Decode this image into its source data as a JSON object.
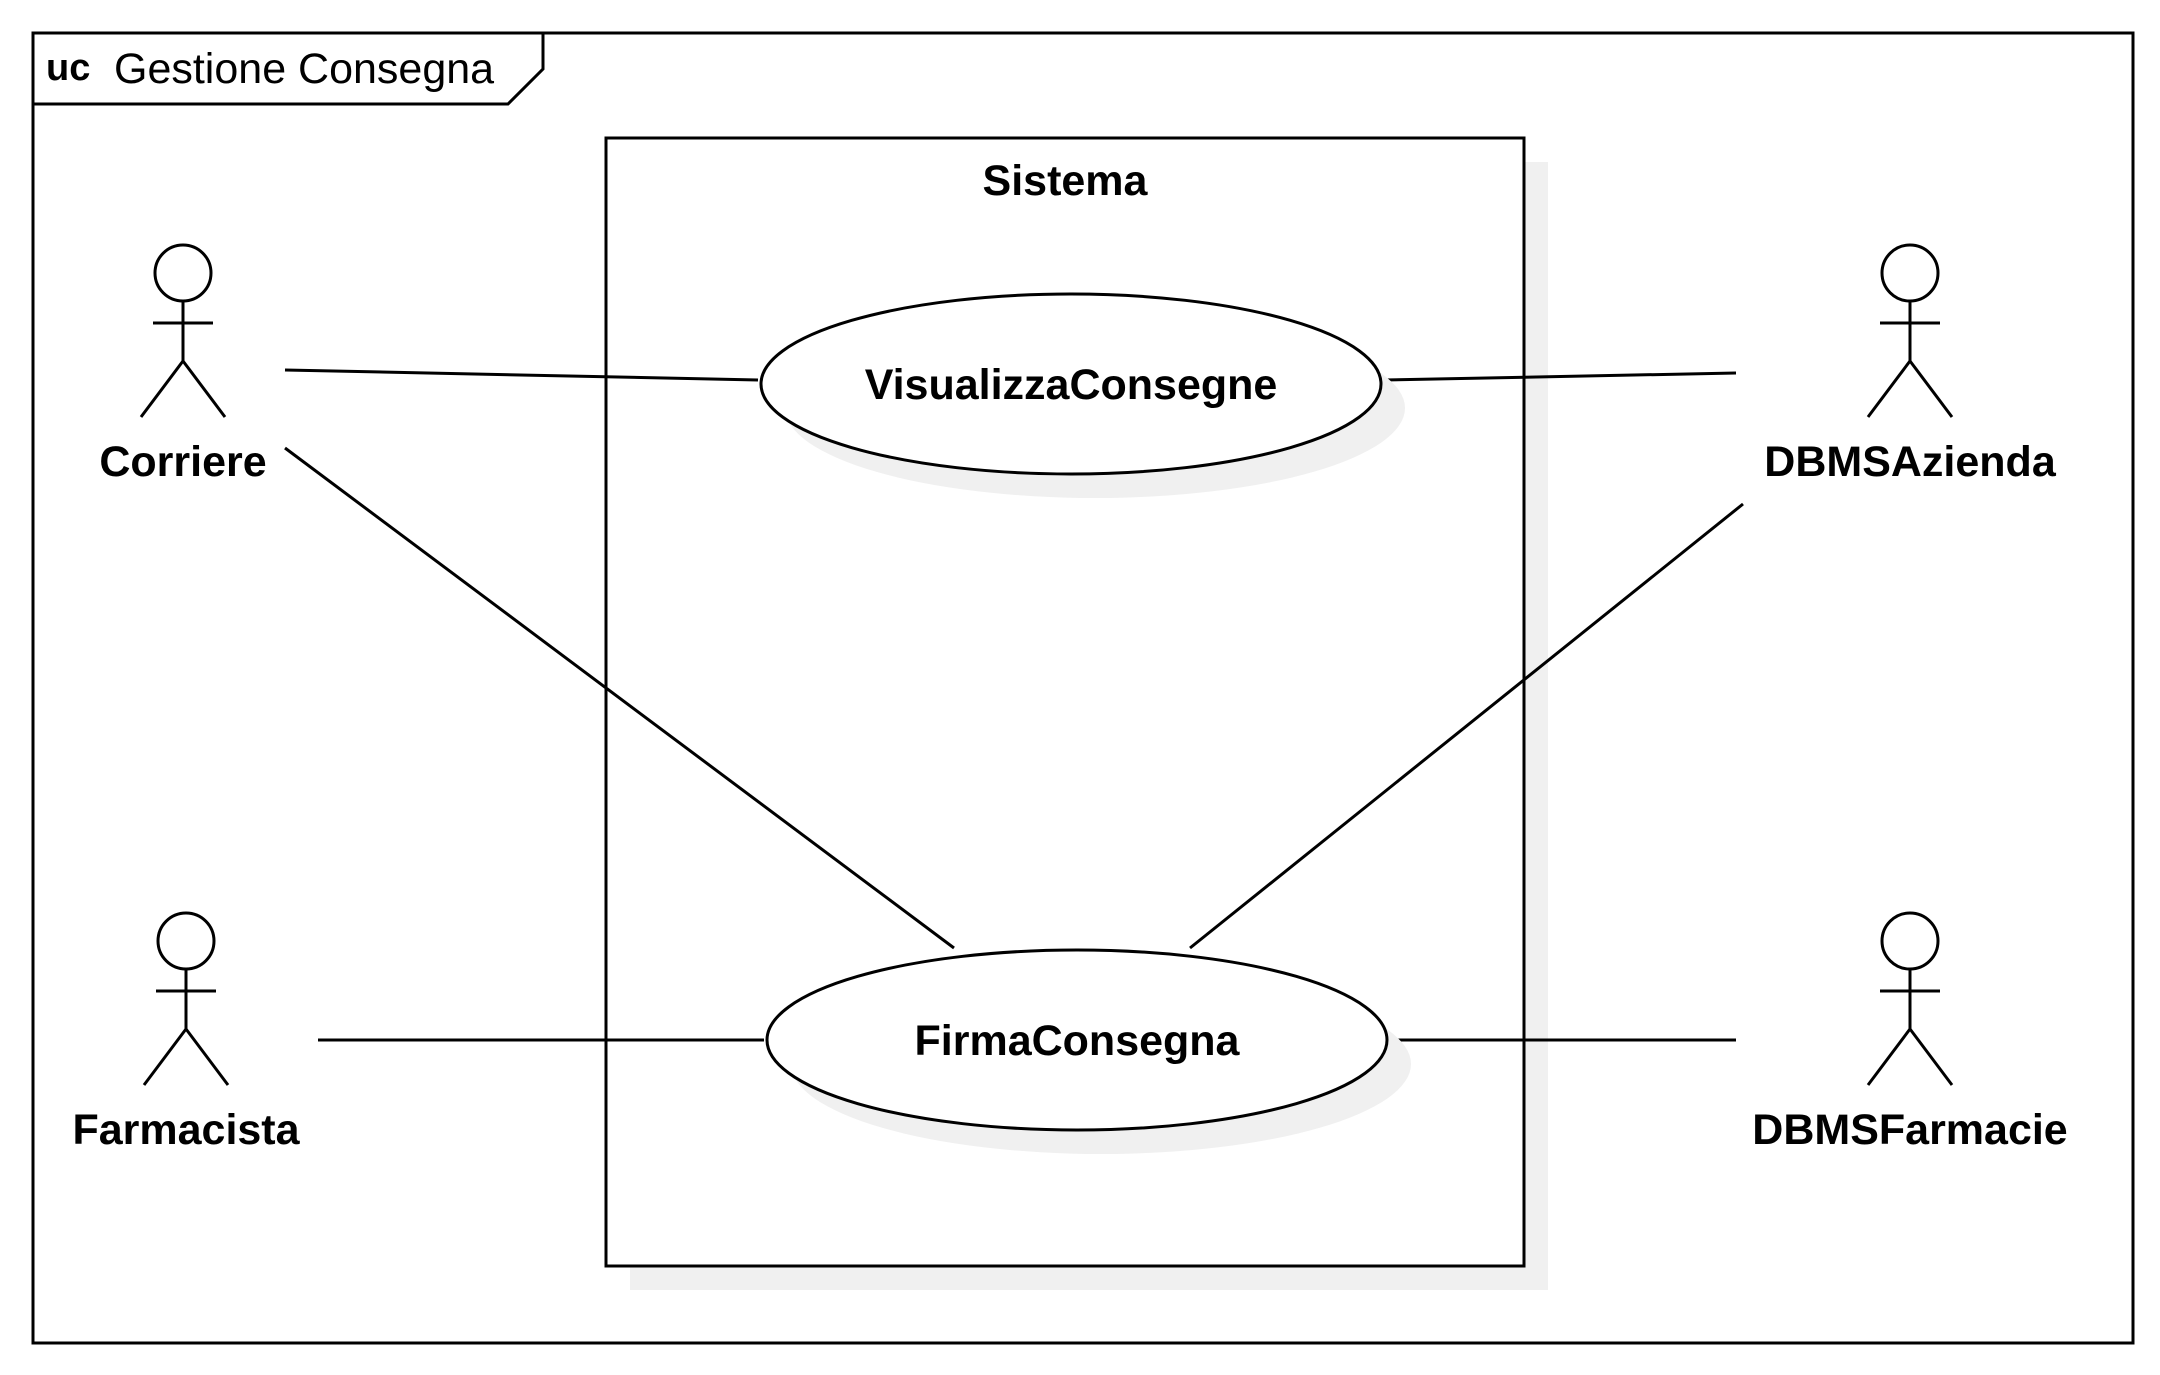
{
  "frame": {
    "keyword": "uc",
    "name": "Gestione Consegna"
  },
  "system": {
    "name": "Sistema"
  },
  "use_cases": {
    "visualizza": "VisualizzaConsegne",
    "firma": "FirmaConsegna"
  },
  "actors": {
    "corriere": "Corriere",
    "farmacista": "Farmacista",
    "dbms_azienda": "DBMSAzienda",
    "dbms_farmacie": "DBMSFarmacie"
  }
}
